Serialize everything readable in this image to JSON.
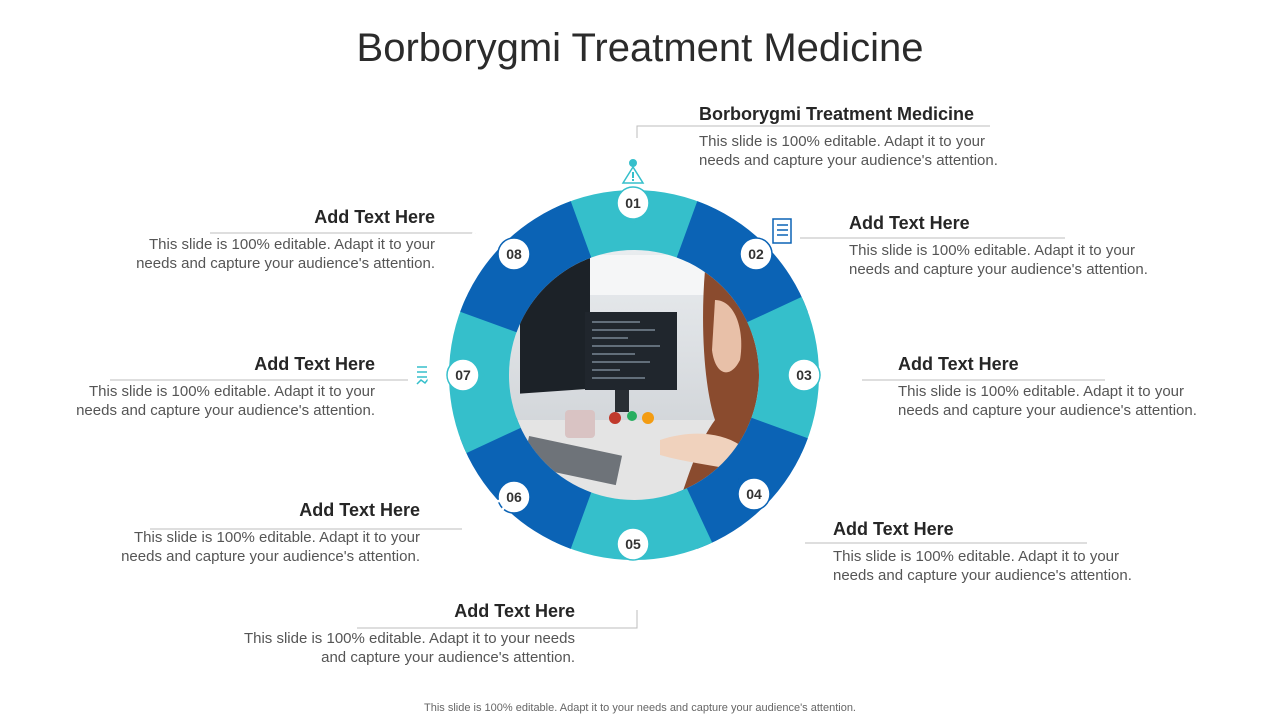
{
  "title": "Borborygmi Treatment Medicine",
  "colors": {
    "teal": "#35BFCB",
    "blue": "#0B63B5",
    "line": "#BDBDBD",
    "ring": "#EFEFEF"
  },
  "segments": [
    {
      "num": "01",
      "heading": "Borborygmi Treatment Medicine",
      "desc": "This slide is 100% editable. Adapt it to your needs and capture your audience's attention.",
      "icon": "gear-warning-icon"
    },
    {
      "num": "02",
      "heading": "Add Text Here",
      "desc": "This slide is 100% editable. Adapt it to your needs and capture your audience's attention.",
      "icon": "documents-icon"
    },
    {
      "num": "03",
      "heading": "Add Text Here",
      "desc": "This slide is 100% editable. Adapt it to your needs and capture your audience's attention.",
      "icon": "bar-chart-magnifier-icon"
    },
    {
      "num": "04",
      "heading": "Add Text Here",
      "desc": "This slide is 100% editable. Adapt it to your needs and capture your audience's attention.",
      "icon": "person-puzzle-icon"
    },
    {
      "num": "05",
      "heading": "Add Text Here",
      "desc": "This slide is 100% editable. Adapt it to your needs and capture your audience's attention.",
      "icon": "hand-lightbulb-icon"
    },
    {
      "num": "06",
      "heading": "Add Text Here",
      "desc": "This slide is 100% editable. Adapt it to your needs and capture your audience's attention.",
      "icon": "flowchart-gear-icon"
    },
    {
      "num": "07",
      "heading": "Add Text Here",
      "desc": "This slide is 100% editable. Adapt it to your needs and capture your audience's attention.",
      "icon": "report-gear-icon"
    },
    {
      "num": "08",
      "heading": "Add Text Here",
      "desc": "This slide is 100% editable. Adapt it to your needs and capture your audience's attention.",
      "icon": "arrows-gears-icon"
    }
  ],
  "footer": "This slide is 100% editable. Adapt it to your needs and capture your audience's attention."
}
